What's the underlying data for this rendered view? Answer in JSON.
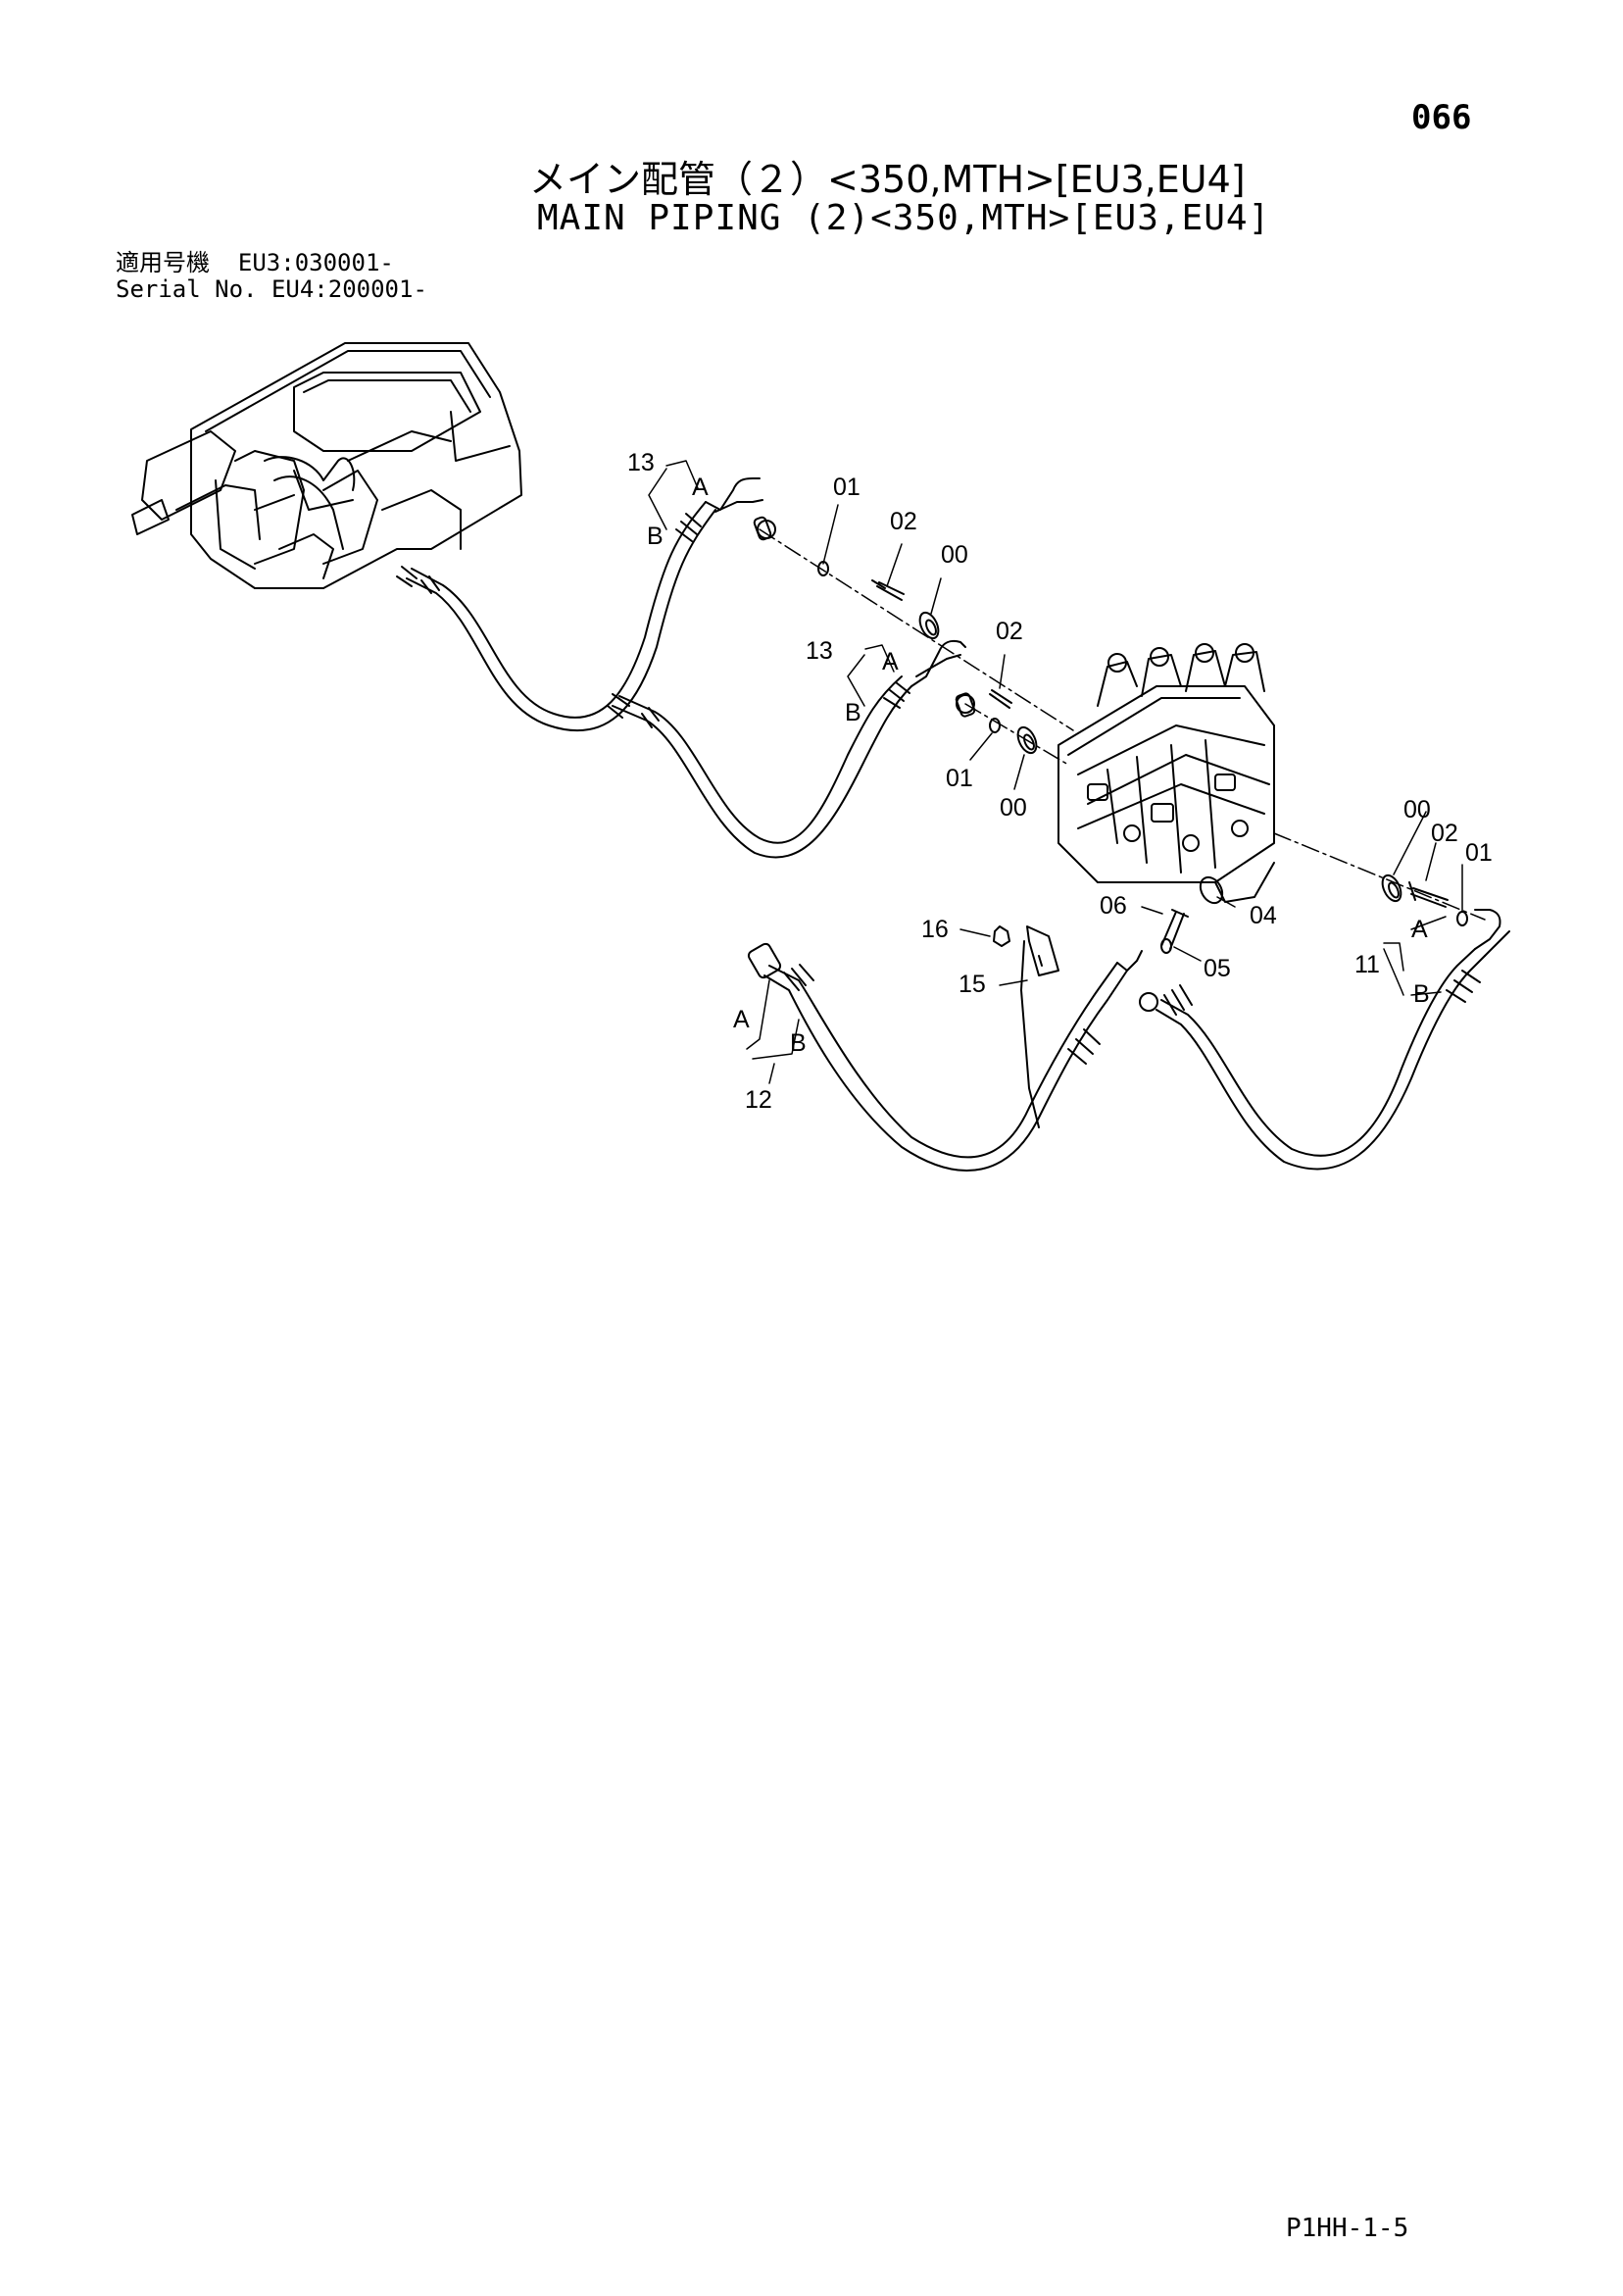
{
  "page_number": "066",
  "title_jp": "メイン配管（２）<350,MTH>[EU3,EU4]",
  "title_en": "MAIN PIPING (2)<350,MTH>[EU3,EU4]",
  "serial": {
    "label_jp": "適用号機",
    "label_en": "Serial No.",
    "ranges": [
      "EU3:030001-",
      "EU4:200001-"
    ]
  },
  "callouts": {
    "c13a": "13",
    "c13a_A": "A",
    "c13a_B": "B",
    "c01a": "01",
    "c02a": "02",
    "c00a": "00",
    "c13b": "13",
    "c13b_A": "A",
    "c13b_B": "B",
    "c02b": "02",
    "c01b": "01",
    "c00b": "00",
    "c00c": "00",
    "c02c": "02",
    "c01c": "01",
    "c06": "06",
    "c04": "04",
    "c05": "05",
    "c16": "16",
    "c15": "15",
    "c11": "11",
    "c11_A": "A",
    "c11_B": "B",
    "c12": "12",
    "c12_A": "A",
    "c12_B": "B"
  },
  "footer_code": "P1HH-1-5"
}
